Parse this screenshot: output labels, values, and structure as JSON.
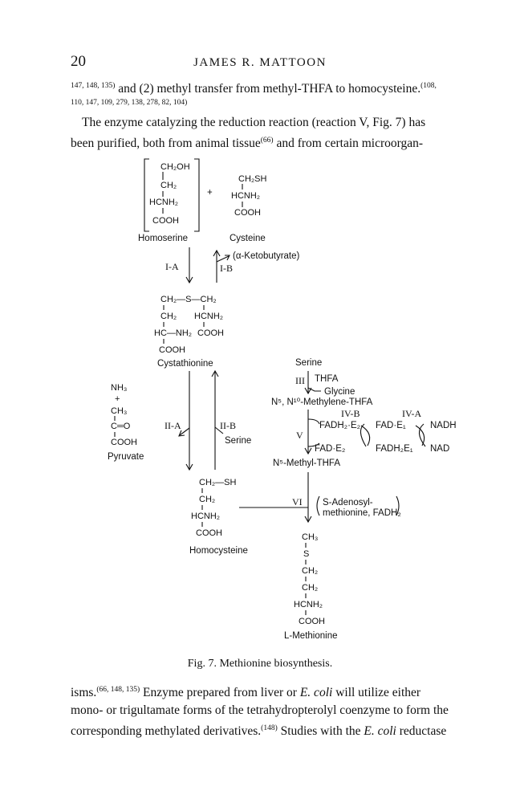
{
  "header": {
    "page_number": "20",
    "running_head": "JAMES R. MATTOON"
  },
  "paragraphs": {
    "p1": {
      "refs_a": "147, 148, 135)",
      "text_a": " and (2) methyl transfer from methyl-THFA to homocysteine.",
      "refs_b": "(108,",
      "refs_c": "110, 147, 109, 279, 138, 278, 82, 104)"
    },
    "p2": {
      "line1": "The enzyme catalyzing the reduction reaction (reaction V, Fig. 7) has",
      "line2a": "been purified, both from animal tissue",
      "ref": "(66)",
      "line2b": " and from certain microorgan-"
    },
    "p3": {
      "l1a": "isms.",
      "l1ref": "(66, 148, 135)",
      "l1b": " Enzyme prepared from liver or ",
      "l1it": "E. coli",
      "l1c": " will utilize either",
      "l2": "mono- or trigultamate forms of the tetrahydropterolyl coenzyme to form the",
      "l3a": "corresponding methylated derivatives.",
      "l3ref": "(148)",
      "l3b": " Studies with the ",
      "l3it": "E. coli",
      "l3c": " reductase"
    }
  },
  "figure": {
    "caption": "Fig. 7. Methionine biosynthesis.",
    "compounds": {
      "homoserine": {
        "rows": [
          "CH₂OH",
          "CH₂",
          "HCNH₂",
          "COOH"
        ],
        "name": "Homoserine"
      },
      "plus": "+",
      "cysteine": {
        "rows": [
          "CH₂SH",
          "HCNH₂",
          "COOH"
        ],
        "name": "Cysteine"
      },
      "cystathionine": {
        "row1": "CH₂—S—CH₂",
        "row2a": "CH₂",
        "row2b": "HCNH₂",
        "row3a": "HC—NH₂",
        "row3b": "COOH",
        "row4": "COOH",
        "name": "Cystathionine"
      },
      "pyruvate": {
        "rows": [
          "NH₃",
          "+",
          "CH₃",
          "C═O",
          "COOH"
        ],
        "name": "Pyruvate"
      },
      "homocysteine": {
        "rows": [
          "CH₂—SH",
          "CH₂",
          "HCNH₂",
          "COOH"
        ],
        "name": "Homocysteine"
      },
      "methionine": {
        "rows": [
          "CH₃",
          "S",
          "CH₂",
          "CH₂",
          "HCNH₂",
          "COOH"
        ],
        "name": "L-Methionine"
      }
    },
    "reactions": {
      "IA": "I-A",
      "IB": "I-B",
      "ketobutyrate": "(α-Ketobutyrate)",
      "IIA": "II-A",
      "IIB": "II-B",
      "serine_out": "Serine",
      "serine_top": "Serine",
      "III": "III",
      "thfa": "THFA",
      "glycine": "Glycine",
      "methylene_thfa": "N⁵, N¹⁰-Methylene-THFA",
      "V": "V",
      "IVB": "IV-B",
      "IVA": "IV-A",
      "fadh2_e2": "FADH₂·E₂",
      "fad_e1": "FAD·E₁",
      "nadh": "NADH",
      "fad_e2": "FAD·E₂",
      "fadh2_e1": "FADH₂E₁",
      "nad": "NAD",
      "methyl_thfa": "N⁵-Methyl-THFA",
      "VI": "VI",
      "cofactor1": "S-Adenosyl-",
      "cofactor2": "methionine, FADH₂"
    }
  }
}
